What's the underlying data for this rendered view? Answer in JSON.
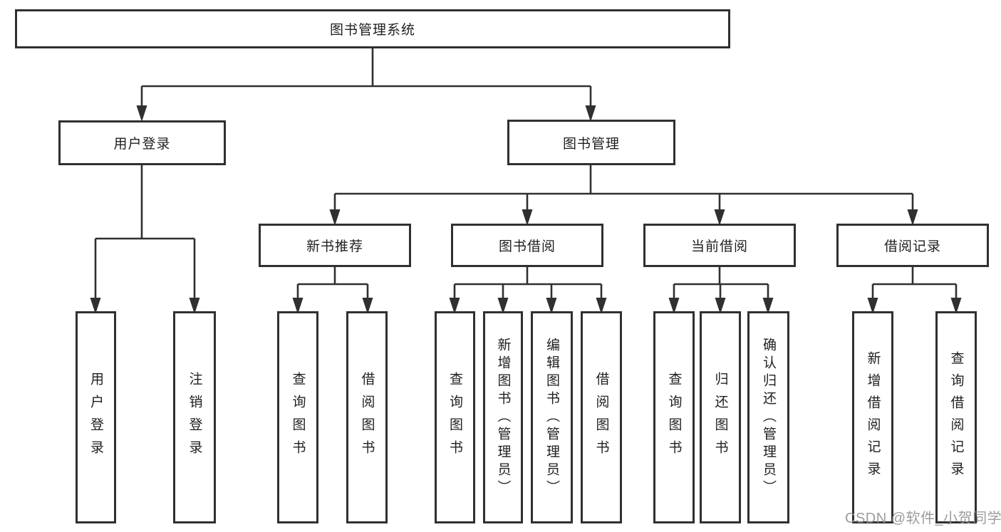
{
  "diagram": {
    "root": {
      "label": "图书管理系统"
    },
    "level2": [
      {
        "label": "用户登录"
      },
      {
        "label": "图书管理"
      }
    ],
    "level3": [
      {
        "label": "新书推荐"
      },
      {
        "label": "图书借阅"
      },
      {
        "label": "当前借阅"
      },
      {
        "label": "借阅记录"
      }
    ],
    "leaves": {
      "user_login_group": [
        {
          "label": "用户登录"
        },
        {
          "label": "注销登录"
        }
      ],
      "new_books_group": [
        {
          "label": "查询图书"
        },
        {
          "label": "借阅图书"
        }
      ],
      "book_borrow_group": [
        {
          "label": "查询图书"
        },
        {
          "label": "新增图书（管理员）"
        },
        {
          "label": "编辑图书（管理员）"
        },
        {
          "label": "借阅图书"
        }
      ],
      "current_borrow_group": [
        {
          "label": "查询图书"
        },
        {
          "label": "归还图书"
        },
        {
          "label": "确认归还（管理员）"
        }
      ],
      "borrow_record_group": [
        {
          "label": "新增借阅记录"
        },
        {
          "label": "查询借阅记录"
        }
      ]
    }
  },
  "watermark": {
    "text": "CSDN @软件_小贺同学"
  },
  "colors": {
    "line": "#303030",
    "text": "#1f1f1f",
    "background": "#ffffff",
    "watermark": "#949494"
  }
}
